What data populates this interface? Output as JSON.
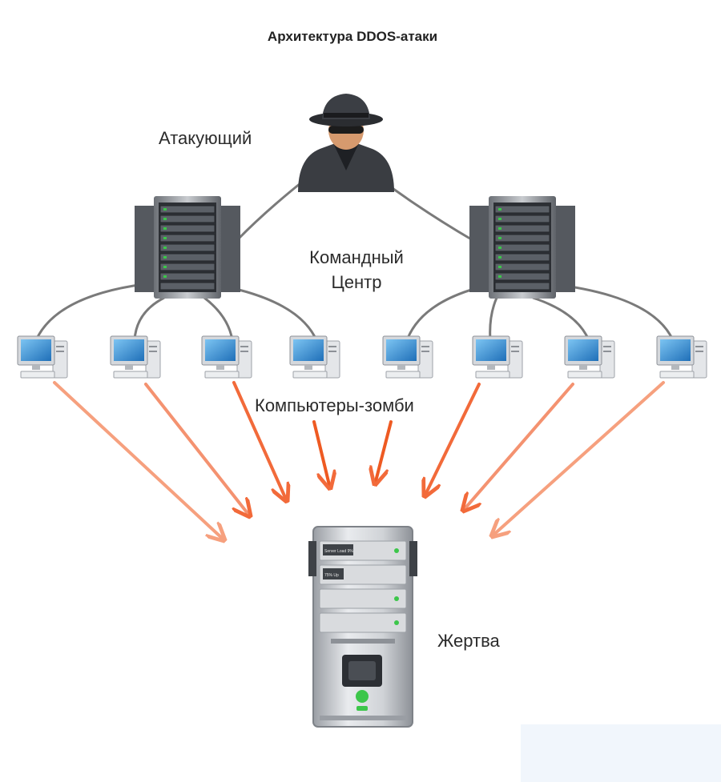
{
  "title": "Архитектура DDOS-атаки",
  "labels": {
    "attacker": "Атакующий",
    "command_center_line1": "Командный",
    "command_center_line2": "Центр",
    "zombies": "Компьютеры-зомби",
    "victim": "Жертва"
  },
  "colors": {
    "arrow": "#f26a3a",
    "arrow_faded": "#f6a07e",
    "link": "#7a7a7a",
    "screen": "#2f8fd8",
    "server": "#b9bcc1",
    "status_led": "#3cc64a"
  },
  "icons": {
    "attacker": "hacker-icon",
    "command_server": "server-rack-icon",
    "zombie": "desktop-computer-icon",
    "victim": "tower-server-icon"
  },
  "victim_panel_labels": [
    "Server Load 9%",
    "75% Up"
  ]
}
